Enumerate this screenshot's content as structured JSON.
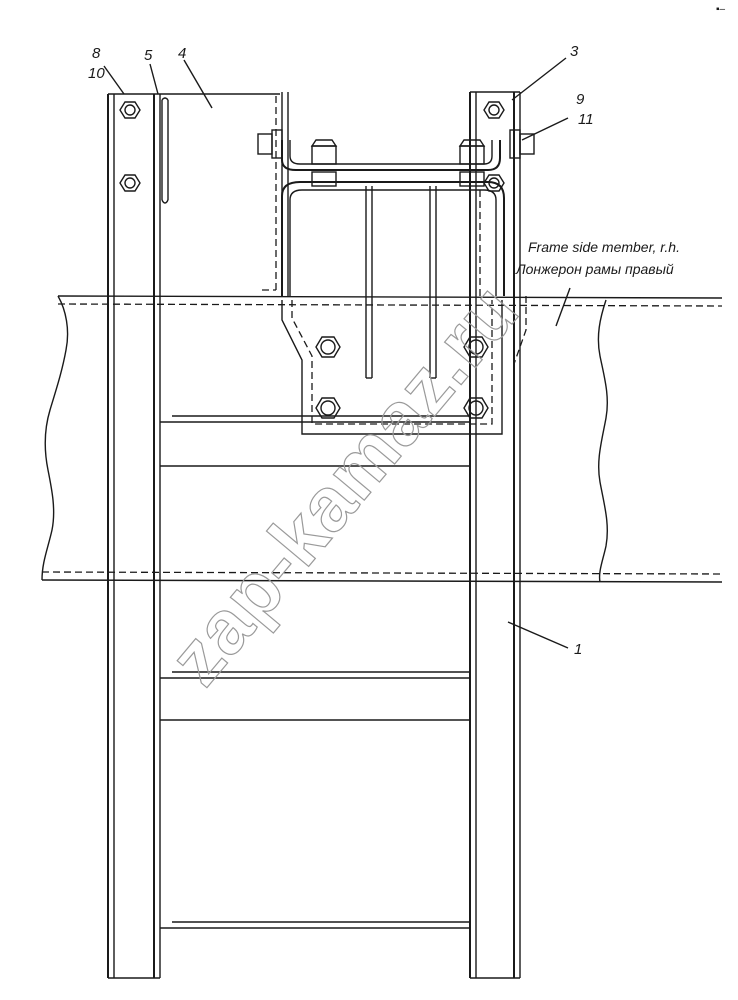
{
  "callouts": {
    "c1": "1",
    "c3": "3",
    "c4": "4",
    "c5": "5",
    "c8": "8",
    "c9": "9",
    "c10": "10",
    "c11": "11"
  },
  "frame_label": {
    "english": "Frame side member, r.h.",
    "russian": "Лонжерон рамы правый"
  },
  "watermark": "zap-kamaz.ru",
  "corner_mark": "▪‒"
}
